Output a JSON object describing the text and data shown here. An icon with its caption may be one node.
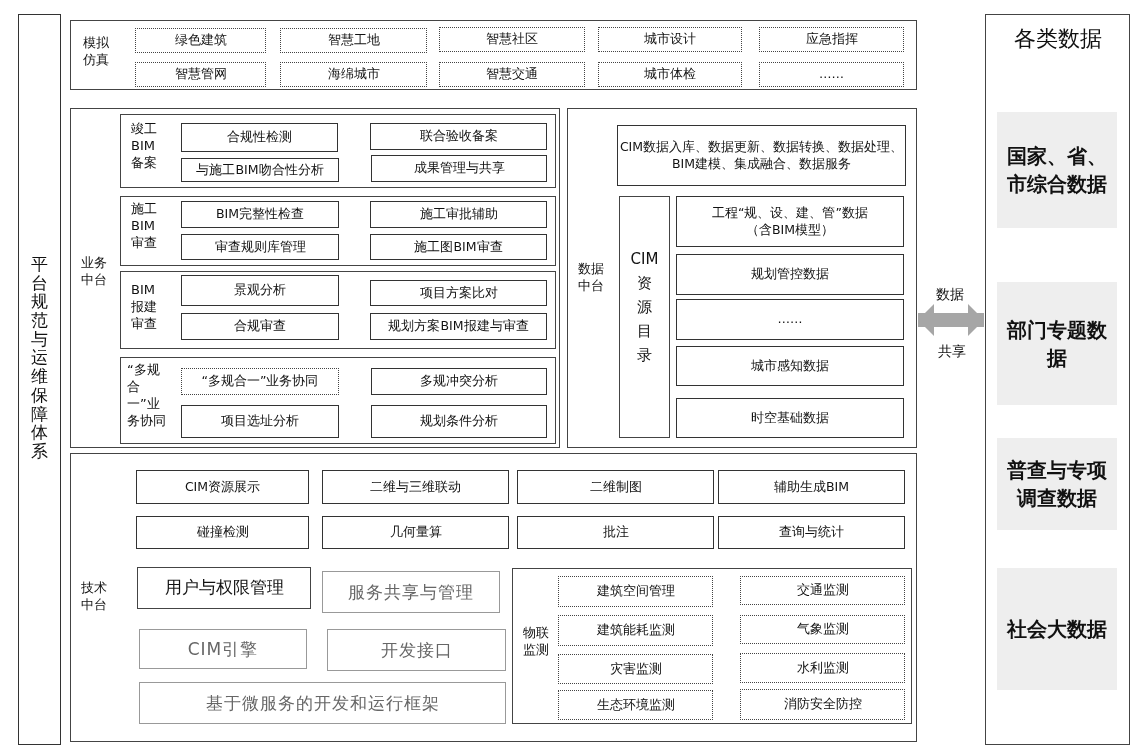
{
  "diagram": {
    "nodes": [
      {
        "text": [
          "平台规范与运维保障体系"
        ]
      },
      {
        "text": [
          "模拟仿真"
        ]
      },
      {
        "text": [
          "绿色建筑"
        ],
        "in": 1
      },
      {
        "text": [
          "智慧工地"
        ],
        "in": 1
      },
      {
        "text": [
          "智慧社区"
        ],
        "in": 1
      },
      {
        "text": [
          "城市设计"
        ],
        "in": 1
      },
      {
        "text": [
          "应急指挥"
        ],
        "in": 1
      },
      {
        "text": [
          "智慧管网"
        ],
        "in": 1
      },
      {
        "text": [
          "海绵城市"
        ],
        "in": 1
      },
      {
        "text": [
          "智慧交通"
        ],
        "in": 1
      },
      {
        "text": [
          "城市体检"
        ],
        "in": 1
      },
      {
        "text": [
          "……"
        ],
        "in": 1
      },
      {
        "text": [
          "业务中台"
        ]
      },
      {
        "text": [
          "竣工BIM备案"
        ],
        "in": 12
      },
      {
        "text": [
          "合规性检测"
        ],
        "in": 13
      },
      {
        "text": [
          "联合验收备案"
        ],
        "in": 13
      },
      {
        "text": [
          "与施工BIM吻合性分析"
        ],
        "in": 13
      },
      {
        "text": [
          "成果管理与共享"
        ],
        "in": 13
      },
      {
        "text": [
          "施工BIM审查"
        ],
        "in": 12
      },
      {
        "text": [
          "BIM完整性检查"
        ],
        "in": 18
      },
      {
        "text": [
          "施工审批辅助"
        ],
        "in": 18
      },
      {
        "text": [
          "审查规则库管理"
        ],
        "in": 18
      },
      {
        "text": [
          "施工图BIM审查"
        ],
        "in": 18
      },
      {
        "text": [
          "BIM报建审查"
        ],
        "in": 12
      },
      {
        "text": [
          "景观分析"
        ],
        "in": 23
      },
      {
        "text": [
          "项目方案比对"
        ],
        "in": 23
      },
      {
        "text": [
          "合规审查"
        ],
        "in": 23
      },
      {
        "text": [
          "规划方案BIM报建与审查"
        ],
        "in": 23
      },
      {
        "text": [
          "“多规合一”业务协同"
        ],
        "in": 12
      },
      {
        "text": [
          "“多规合一”业务协同"
        ],
        "in": 28
      },
      {
        "text": [
          "多规冲突分析"
        ],
        "in": 28
      },
      {
        "text": [
          "项目选址分析"
        ],
        "in": 28
      },
      {
        "text": [
          "规划条件分析"
        ],
        "in": 28
      },
      {
        "text": [
          "数据中台"
        ]
      },
      {
        "text": [
          "CIM数据入库、数据更新、数据转换、数据处理、BIM建模、集成融合、数据服务"
        ],
        "in": 33
      },
      {
        "text": [
          "CIM资源目录"
        ],
        "in": 33
      },
      {
        "text": [
          "工程“规、设、建、管”数据（含BIM模型）"
        ],
        "in": 33
      },
      {
        "text": [
          "规划管控数据"
        ],
        "in": 33
      },
      {
        "text": [
          "……"
        ],
        "in": 33
      },
      {
        "text": [
          "城市感知数据"
        ],
        "in": 33
      },
      {
        "text": [
          "时空基础数据"
        ],
        "in": 33
      },
      {
        "text": [
          "技术中台"
        ]
      },
      {
        "text": [
          "CIM资源展示"
        ],
        "in": 41
      },
      {
        "text": [
          "二维与三维联动"
        ],
        "in": 41
      },
      {
        "text": [
          "二维制图"
        ],
        "in": 41
      },
      {
        "text": [
          "辅助生成BIM"
        ],
        "in": 41
      },
      {
        "text": [
          "碰撞检测"
        ],
        "in": 41
      },
      {
        "text": [
          "几何量算"
        ],
        "in": 41
      },
      {
        "text": [
          "批注"
        ],
        "in": 41
      },
      {
        "text": [
          "查询与统计"
        ],
        "in": 41
      },
      {
        "text": [
          "用户与权限管理"
        ],
        "in": 41
      },
      {
        "text": [
          "服务共享与管理"
        ],
        "in": 41
      },
      {
        "text": [
          "CIM引擎"
        ],
        "in": 41
      },
      {
        "text": [
          "开发接口"
        ],
        "in": 41
      },
      {
        "text": [
          "基于微服务的开发和运行框架"
        ],
        "in": 41
      },
      {
        "text": [
          "物联监测"
        ],
        "in": 41
      },
      {
        "text": [
          "建筑空间管理"
        ],
        "in": 55
      },
      {
        "text": [
          "交通监测"
        ],
        "in": 55
      },
      {
        "text": [
          "建筑能耗监测"
        ],
        "in": 55
      },
      {
        "text": [
          "气象监测"
        ],
        "in": 55
      },
      {
        "text": [
          "灾害监测"
        ],
        "in": 55
      },
      {
        "text": [
          "水利监测"
        ],
        "in": 55
      },
      {
        "text": [
          "生态环境监测"
        ],
        "in": 55
      },
      {
        "text": [
          "消防安全防控"
        ],
        "in": 55
      },
      {
        "text": [
          "各类数据"
        ]
      },
      {
        "text": [
          "国家、省、市综合数据"
        ],
        "in": 64
      },
      {
        "text": [
          "部门专题数据"
        ],
        "in": 64
      },
      {
        "text": [
          "普查与专项调查数据"
        ],
        "in": 64
      },
      {
        "text": [
          "社会大数据"
        ],
        "in": 64
      }
    ],
    "edges": [
      {
        "from": 33,
        "to": 64,
        "arrow": "both",
        "label": "数据",
        "color": "#a6a6a6"
      }
    ],
    "labels": [
      "共享"
    ]
  }
}
